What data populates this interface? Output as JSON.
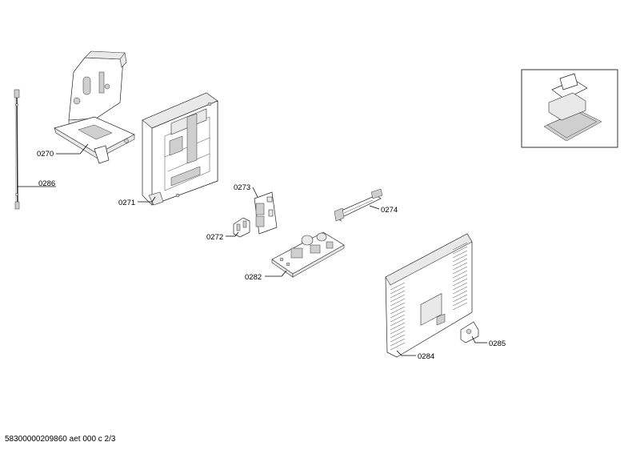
{
  "parts": {
    "p0270": "0270",
    "p0271": "0271",
    "p0272": "0272",
    "p0273": "0273",
    "p0274": "0274",
    "p0282": "0282",
    "p0284": "0284",
    "p0285": "0285",
    "p0286": "0286"
  },
  "footer": "58300000209860 aet 000 c 2/3"
}
